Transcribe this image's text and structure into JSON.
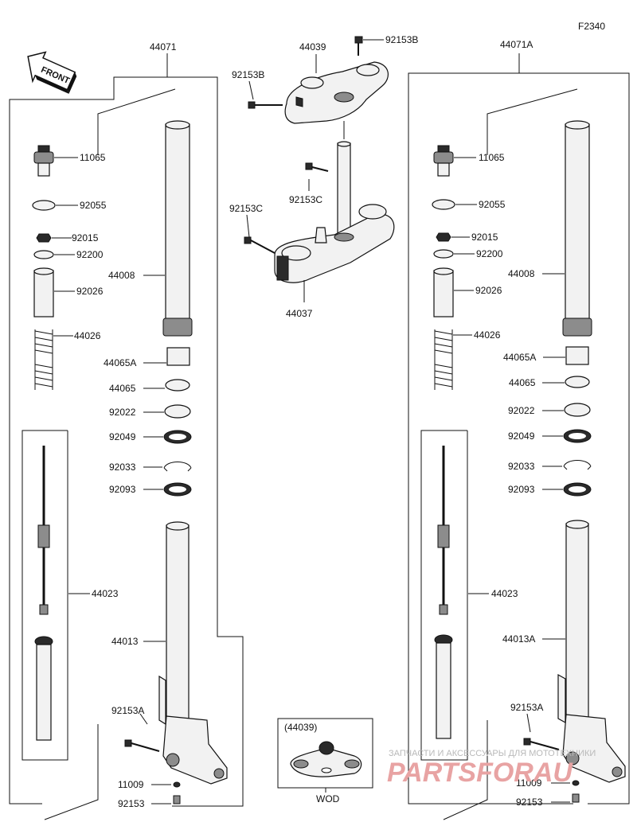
{
  "code": "F2340",
  "front": "FRONT",
  "left_assy": "44071",
  "right_assy": "44071A",
  "upper_clamp": "44039",
  "lower_clamp": "44037",
  "bolts": {
    "b1": "92153B",
    "b2": "92153B",
    "c1": "92153C",
    "c2": "92153C"
  },
  "left": {
    "p11065": "11065",
    "p92055": "92055",
    "p92015": "92015",
    "p92200": "92200",
    "p44008": "44008",
    "p92026": "92026",
    "p44026": "44026",
    "p44065A": "44065A",
    "p44065": "44065",
    "p92022": "92022",
    "p92049": "92049",
    "p92033": "92033",
    "p92093": "92093",
    "p44023": "44023",
    "p44013": "44013",
    "p92153A": "92153A",
    "p11009": "11009",
    "p92153": "92153"
  },
  "right": {
    "p11065": "11065",
    "p92055": "92055",
    "p92015": "92015",
    "p92200": "92200",
    "p44008": "44008",
    "p92026": "92026",
    "p44026": "44026",
    "p44065A": "44065A",
    "p44065": "44065",
    "p92022": "92022",
    "p92049": "92049",
    "p92033": "92033",
    "p92093": "92093",
    "p44023": "44023",
    "p44013": "44013A",
    "p92153A": "92153A",
    "p11009": "11009",
    "p92153": "92153"
  },
  "inset": {
    "label": "(44039)",
    "caption": "WOD"
  },
  "watermark": {
    "line": "ЗАПЧАСТИ И АКСЕССУАРЫ ДЛЯ МОТОТЕХНИКИ",
    "logo": "PARTSFORAU"
  }
}
